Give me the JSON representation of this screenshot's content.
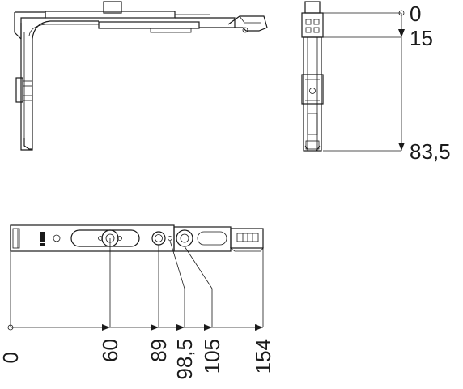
{
  "vertical_scale": {
    "labels": [
      "0",
      "15",
      "83,5"
    ]
  },
  "horizontal_scale": {
    "labels": [
      "0",
      "60",
      "89",
      "98,5",
      "105",
      "154"
    ]
  }
}
